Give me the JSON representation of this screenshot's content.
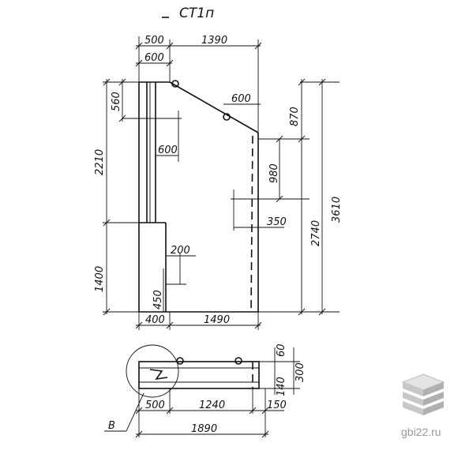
{
  "title": "СТ1п",
  "top_dims": [
    "500",
    "1390",
    "600"
  ],
  "left_dims": [
    "560",
    "2210",
    "1400",
    "450"
  ],
  "inner_dims": [
    "600",
    "600",
    "980",
    "350",
    "200",
    "870"
  ],
  "right_dims": [
    "2740",
    "3610"
  ],
  "bottom_dims": [
    "400",
    "1490"
  ],
  "plan_dims": [
    "500",
    "1240",
    "150",
    "1890",
    "60",
    "300",
    "140"
  ],
  "callout": "В",
  "watermark": "gbi22.ru"
}
